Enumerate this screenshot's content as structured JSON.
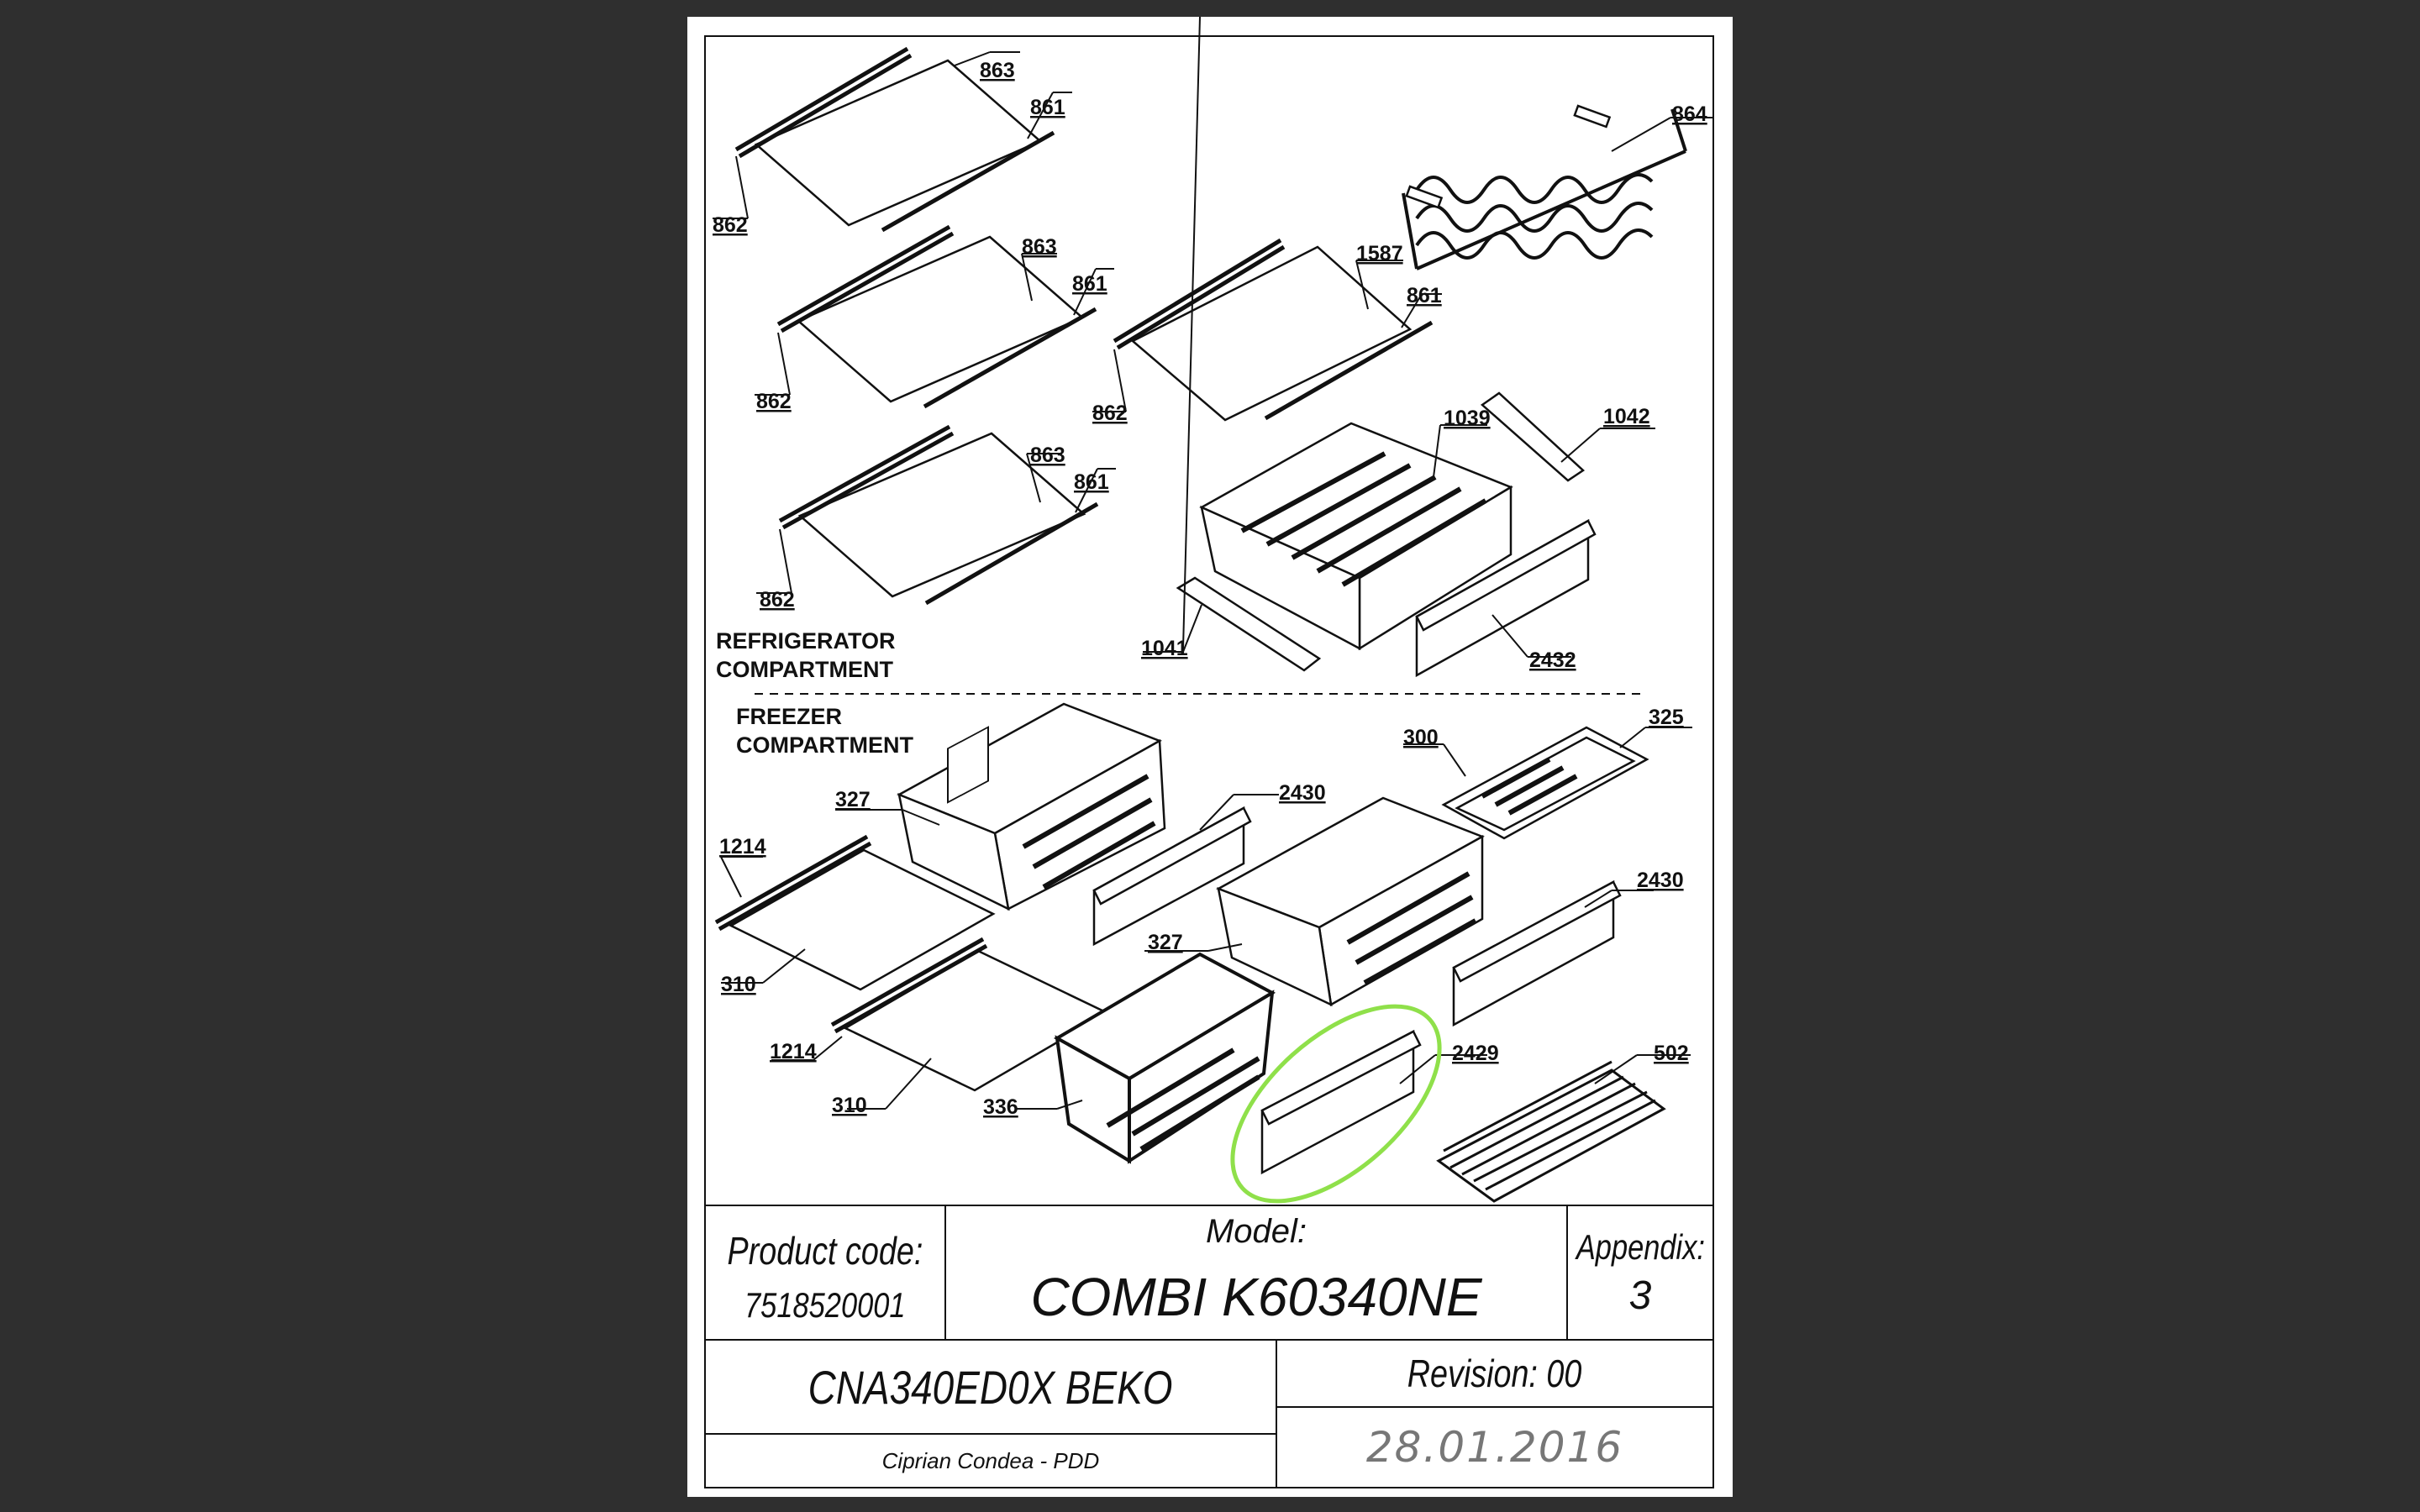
{
  "document": {
    "section_labels": {
      "refrigerator_line1": "REFRIGERATOR",
      "refrigerator_line2": "COMPARTMENT",
      "freezer_line1": "FREEZER",
      "freezer_line2": "COMPARTMENT"
    },
    "callouts": {
      "shelf1_863": "863",
      "shelf1_861": "861",
      "shelf1_862": "862",
      "shelf2_863": "863",
      "shelf2_861": "861",
      "shelf2_862": "862",
      "shelf3_863": "863",
      "shelf3_861": "861",
      "shelf3_862": "862",
      "shelf4_1587": "1587",
      "shelf4_861": "861",
      "shelf4_862": "862",
      "rack_864": "864",
      "crisper_1039": "1039",
      "rail_1042": "1042",
      "rail_1041": "1041",
      "cover_2432": "2432",
      "tray_300": "300",
      "tray_325": "325",
      "drawer1_327": "327",
      "front1_2430": "2430",
      "drawer2_327": "327",
      "front2_2430": "2430",
      "frame1_1214": "1214",
      "glass1_310": "310",
      "frame2_1214": "1214",
      "glass2_310": "310",
      "basket_336": "336",
      "front_2429": "2429",
      "grill_502": "502"
    },
    "highlight_color": "#8fe04a",
    "title_block": {
      "product_code_label": "Product code:",
      "product_code": "7518520001",
      "model_label": "Model:",
      "model": "COMBI K60340NE",
      "appendix_label": "Appendix:",
      "appendix": "3",
      "variant": "CNA340ED0X BEKO",
      "author": "Ciprian Condea - PDD",
      "revision": "Revision: 00",
      "date": "28.01.2016"
    }
  }
}
